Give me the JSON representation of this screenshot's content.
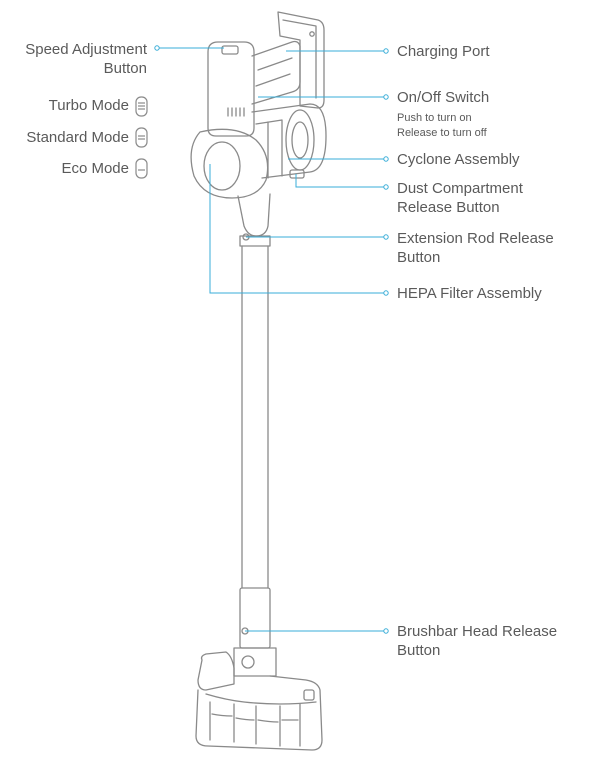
{
  "labels": {
    "speed_adjustment_line1": "Speed Adjustment",
    "speed_adjustment_line2": "Button",
    "turbo_mode": "Turbo Mode",
    "standard_mode": "Standard Mode",
    "eco_mode": "Eco Mode",
    "charging_port": "Charging Port",
    "on_off_switch": "On/Off Switch",
    "on_off_hint_line1": "Push to turn on",
    "on_off_hint_line2": "Release to turn off",
    "cyclone_assembly": "Cyclone Assembly",
    "dust_release_line1": "Dust Compartment",
    "dust_release_line2": "Release Button",
    "extension_rod_line1": "Extension Rod Release",
    "extension_rod_line2": "Button",
    "hepa_filter": "HEPA Filter Assembly",
    "brushbar_line1": "Brushbar Head Release",
    "brushbar_line2": "Button"
  },
  "colors": {
    "leader": "#3aaed8",
    "outline": "#8a8a8a",
    "text": "#5a5a5a"
  }
}
